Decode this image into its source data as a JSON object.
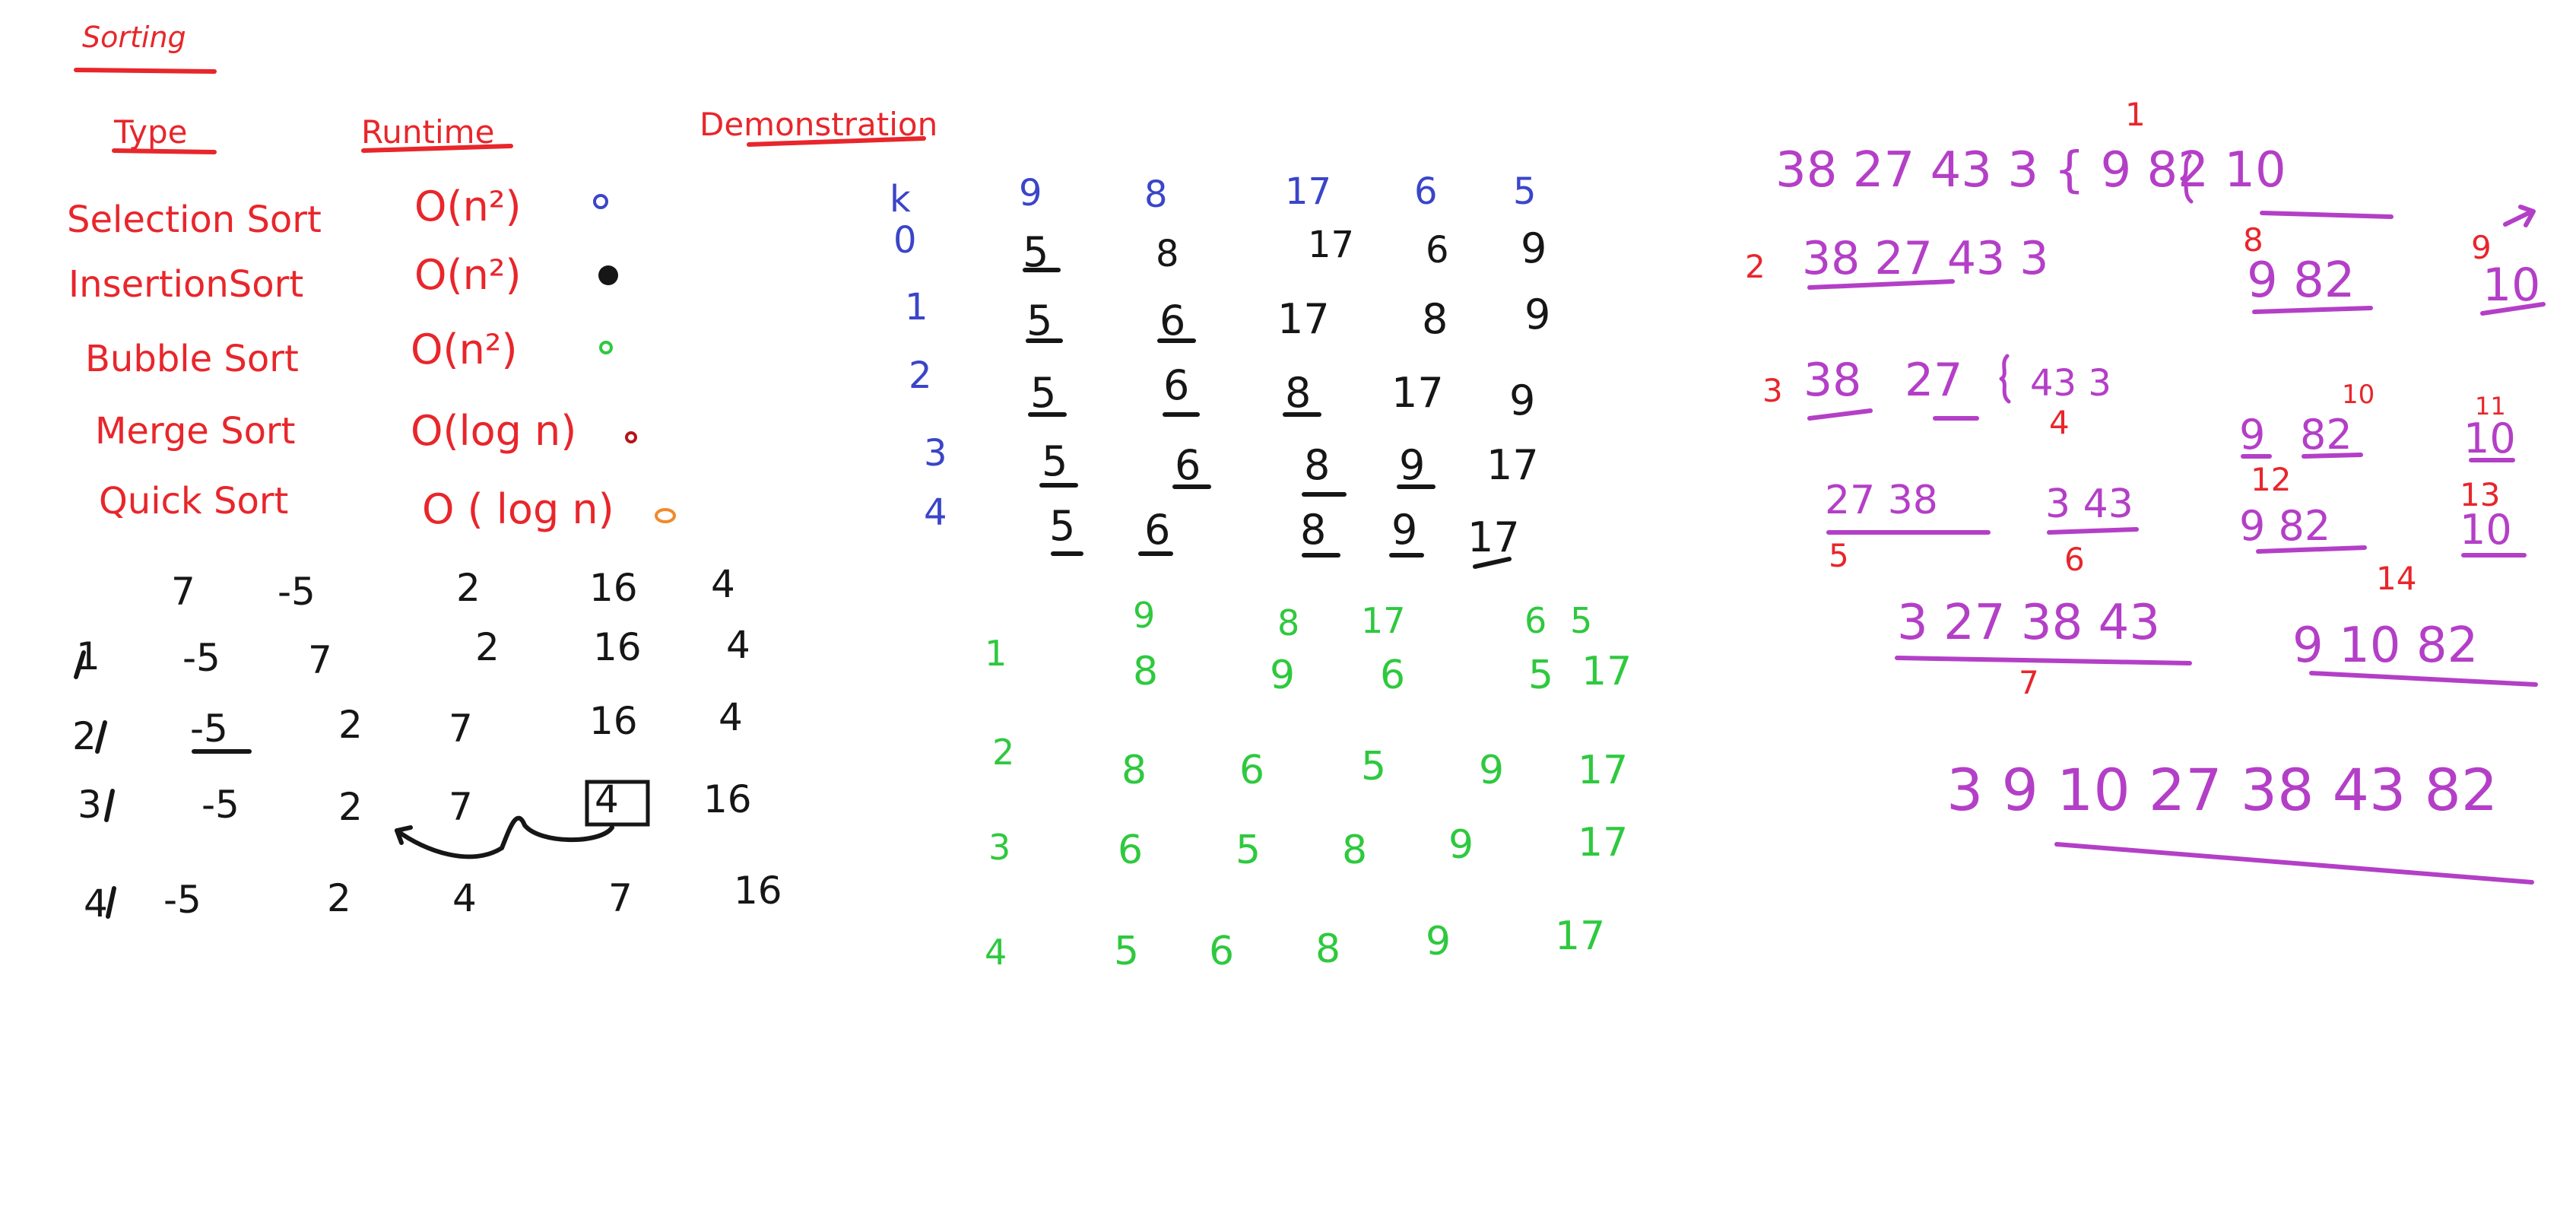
{
  "colors": {
    "red": "#e8262b",
    "blue": "#3a45c9",
    "black": "#161616",
    "green": "#2ec93e",
    "purple": "#b43fc7",
    "orange": "#f08a2a",
    "dark_red": "#b8121a"
  },
  "title": "Sorting",
  "headers": {
    "type": "Type",
    "runtime": "Runtime",
    "demonstration": "Demonstration"
  },
  "algorithms": [
    {
      "name": "Selection Sort",
      "runtime": "O(n²)",
      "dot_color": "#3a45c9"
    },
    {
      "name": "InsertionSort",
      "runtime": "O(n²)",
      "dot_color": "#161616"
    },
    {
      "name": "Bubble Sort",
      "runtime": "O(n²)",
      "dot_color": "#2ec93e"
    },
    {
      "name": "Merge Sort",
      "runtime": "O(log n)",
      "dot_color": "#b8121a"
    },
    {
      "name": "Quick Sort",
      "runtime": "O ( log n)",
      "dot_color": "#f08a2a"
    }
  ],
  "insertion_demo": {
    "rows": [
      {
        "label": "",
        "values": [
          "7",
          "-5",
          "2",
          "16",
          "4"
        ]
      },
      {
        "label": "1",
        "values": [
          "-5",
          "7",
          "2",
          "16",
          "4"
        ]
      },
      {
        "label": "2",
        "values": [
          "-5",
          "2",
          "7",
          "16",
          "4"
        ]
      },
      {
        "label": "3",
        "values": [
          "-5",
          "2",
          "7",
          "4",
          "16"
        ]
      },
      {
        "label": "4",
        "values": [
          "-5",
          "2",
          "4",
          "7",
          "16"
        ]
      }
    ]
  },
  "selection_demo": {
    "header_label": "k",
    "header_values": [
      "9",
      "8",
      "17",
      "6",
      "5"
    ],
    "rows": [
      {
        "label": "0",
        "values": [
          "5",
          "8",
          "17",
          "6",
          "9"
        ]
      },
      {
        "label": "1",
        "values": [
          "5",
          "6",
          "17",
          "8",
          "9"
        ]
      },
      {
        "label": "2",
        "values": [
          "5",
          "6",
          "8",
          "17",
          "9"
        ]
      },
      {
        "label": "3",
        "values": [
          "5",
          "6",
          "8",
          "9",
          "17"
        ]
      },
      {
        "label": "4",
        "values": [
          "5",
          "6",
          "8",
          "9",
          "17"
        ]
      }
    ]
  },
  "bubble_demo": {
    "header_values": [
      "9",
      "8",
      "17",
      "6",
      "5"
    ],
    "rows": [
      {
        "label": "1",
        "values": [
          "8",
          "9",
          "6",
          "5",
          "17"
        ]
      },
      {
        "label": "2",
        "values": [
          "8",
          "6",
          "5",
          "9",
          "17"
        ]
      },
      {
        "label": "3",
        "values": [
          "6",
          "5",
          "8",
          "9",
          "17"
        ]
      },
      {
        "label": "4",
        "values": [
          "5",
          "6",
          "8",
          "9",
          "17"
        ]
      }
    ]
  },
  "merge_demo": {
    "initial": "38 27 43 3 { 9 82 10",
    "step_labels": [
      "1",
      "2",
      "3",
      "4",
      "5",
      "6",
      "7",
      "8",
      "9",
      "10",
      "11",
      "12",
      "13",
      "14"
    ],
    "fragments": {
      "left_half": "38 27 43 3",
      "right_half": "9 82",
      "ten_a": "10",
      "left_pair_a": "38",
      "left_pair_b": "27",
      "left_pair_c": "43 3",
      "nine": "9",
      "eighty_two": "82",
      "ten_b": "10",
      "merged_27_38": "27 38",
      "merged_3_43": "3 43",
      "merged_9_82": "9 82",
      "ten_c": "10",
      "merged_left": "3 27 38 43",
      "merged_right": "9 10 82",
      "final": "3 9 10 27 38 43 82"
    }
  }
}
